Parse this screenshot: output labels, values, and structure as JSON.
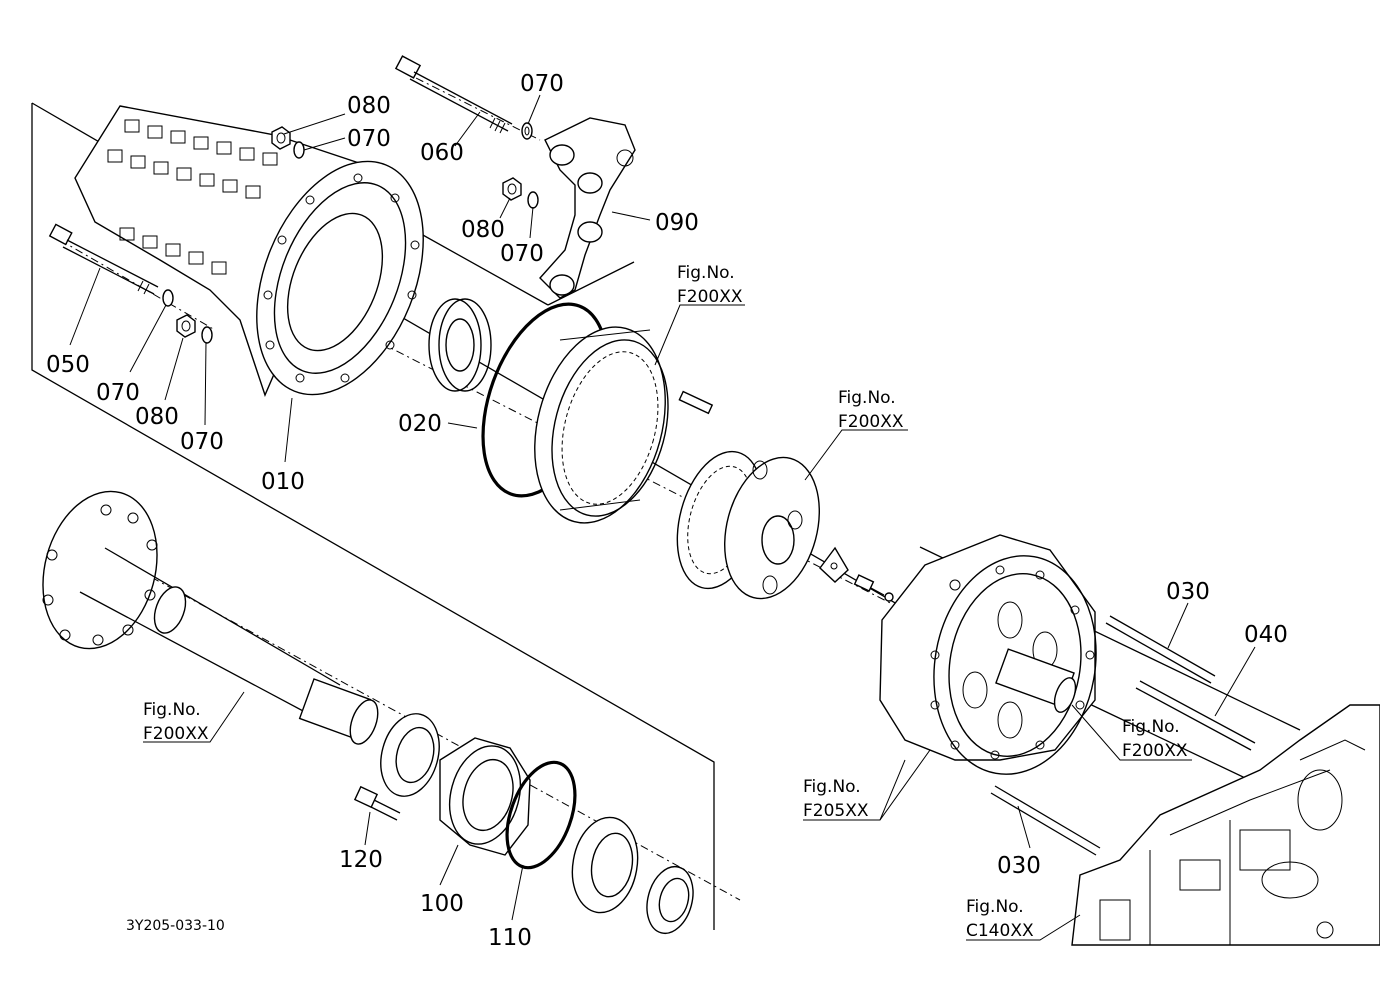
{
  "diagram_code": "3Y205-033-10",
  "callouts": [
    {
      "id": "c010",
      "label": "010"
    },
    {
      "id": "c020",
      "label": "020"
    },
    {
      "id": "c030a",
      "label": "030"
    },
    {
      "id": "c030b",
      "label": "030"
    },
    {
      "id": "c040",
      "label": "040"
    },
    {
      "id": "c050",
      "label": "050"
    },
    {
      "id": "c060",
      "label": "060"
    },
    {
      "id": "c070a",
      "label": "070"
    },
    {
      "id": "c070b",
      "label": "070"
    },
    {
      "id": "c070c",
      "label": "070"
    },
    {
      "id": "c070d",
      "label": "070"
    },
    {
      "id": "c070e",
      "label": "070"
    },
    {
      "id": "c080a",
      "label": "080"
    },
    {
      "id": "c080b",
      "label": "080"
    },
    {
      "id": "c080c",
      "label": "080"
    },
    {
      "id": "c090",
      "label": "090"
    },
    {
      "id": "c100",
      "label": "100"
    },
    {
      "id": "c110",
      "label": "110"
    },
    {
      "id": "c120",
      "label": "120"
    }
  ],
  "figure_refs": [
    {
      "id": "r1",
      "line1": "Fig.No.",
      "line2": "F200XX"
    },
    {
      "id": "r2",
      "line1": "Fig.No.",
      "line2": "F200XX"
    },
    {
      "id": "r3",
      "line1": "Fig.No.",
      "line2": "F200XX"
    },
    {
      "id": "r4",
      "line1": "Fig.No.",
      "line2": "F200XX"
    },
    {
      "id": "r5",
      "line1": "Fig.No.",
      "line2": "F205XX"
    },
    {
      "id": "r6",
      "line1": "Fig.No.",
      "line2": "C140XX"
    }
  ]
}
